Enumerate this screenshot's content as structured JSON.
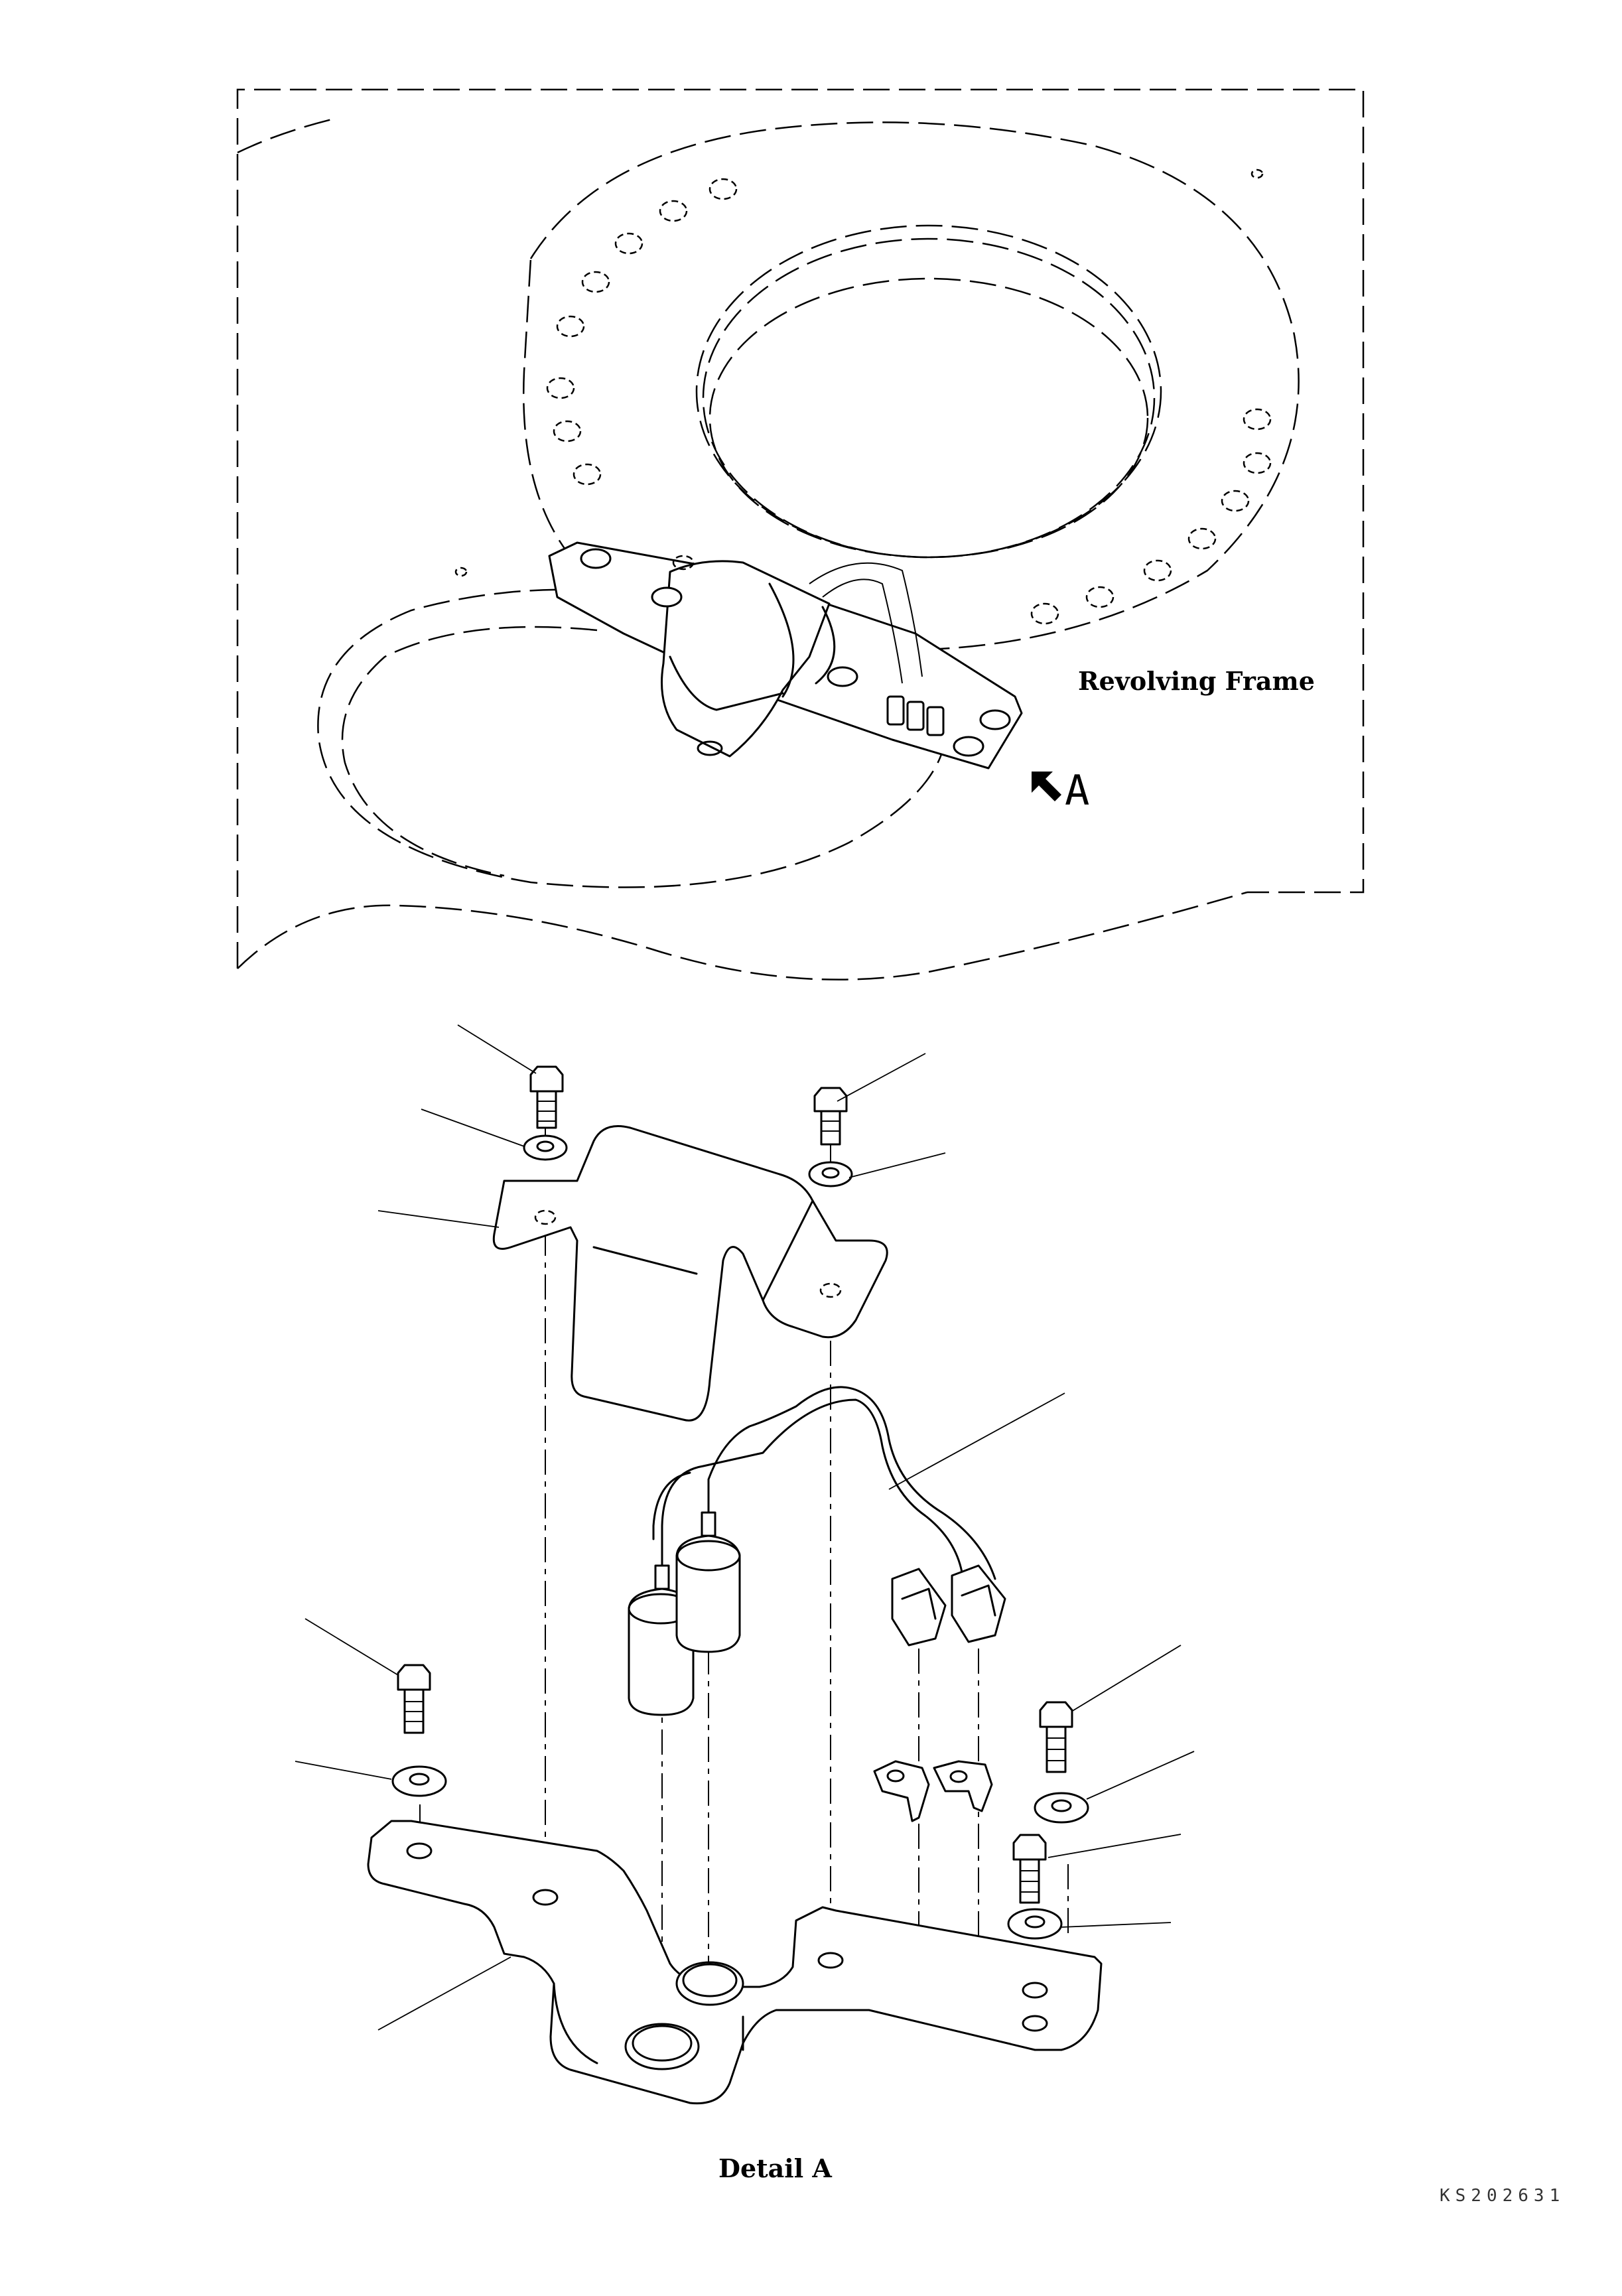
{
  "labels": {
    "revolving_frame": "Revolving Frame",
    "view_letter": "A",
    "detail_caption": "Detail A",
    "drawing_code": "KS202631"
  }
}
